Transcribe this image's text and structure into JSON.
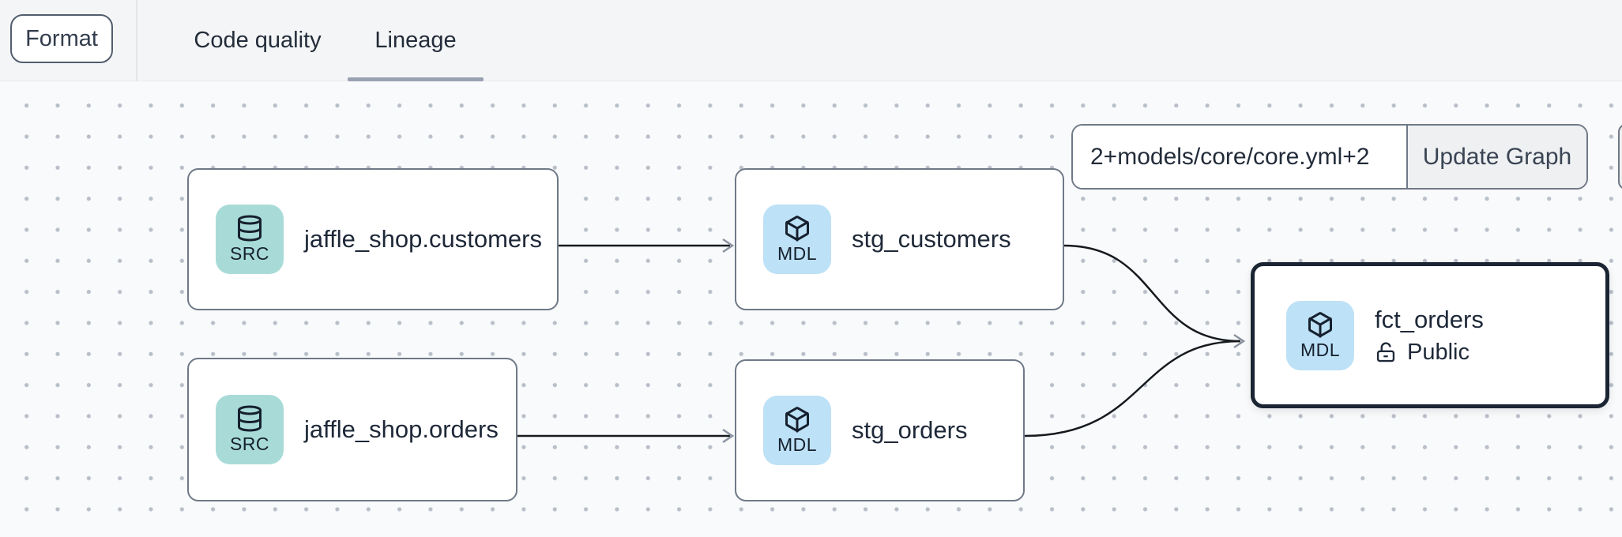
{
  "toolbar": {
    "format_label": "Format",
    "tabs": [
      {
        "label": "Code quality",
        "active": false
      },
      {
        "label": "Lineage",
        "active": true
      }
    ]
  },
  "selector": {
    "value": "2+models/core/core.yml+2",
    "update_button_label": "Update Graph"
  },
  "graph": {
    "nodes": [
      {
        "title": "jaffle_shop.customers",
        "badge": "SRC",
        "type": "source"
      },
      {
        "title": "stg_customers",
        "badge": "MDL",
        "type": "model"
      },
      {
        "title": "jaffle_shop.orders",
        "badge": "SRC",
        "type": "source"
      },
      {
        "title": "stg_orders",
        "badge": "MDL",
        "type": "model"
      },
      {
        "title": "fct_orders",
        "badge": "MDL",
        "type": "model",
        "access_label": "Public",
        "selected": true
      }
    ],
    "edges": [
      {
        "from": "jaffle_shop.customers",
        "to": "stg_customers"
      },
      {
        "from": "jaffle_shop.orders",
        "to": "stg_orders"
      },
      {
        "from": "stg_customers",
        "to": "fct_orders"
      },
      {
        "from": "stg_orders",
        "to": "fct_orders"
      }
    ]
  },
  "colors": {
    "source_badge": "#a8dbd8",
    "model_badge": "#bde1f6",
    "selected_node_border": "#1b2433",
    "node_border": "#6f7987",
    "edge": "#161a1e",
    "arrowhead": "#8b93a1",
    "tab_underline": "#99a1b1"
  }
}
